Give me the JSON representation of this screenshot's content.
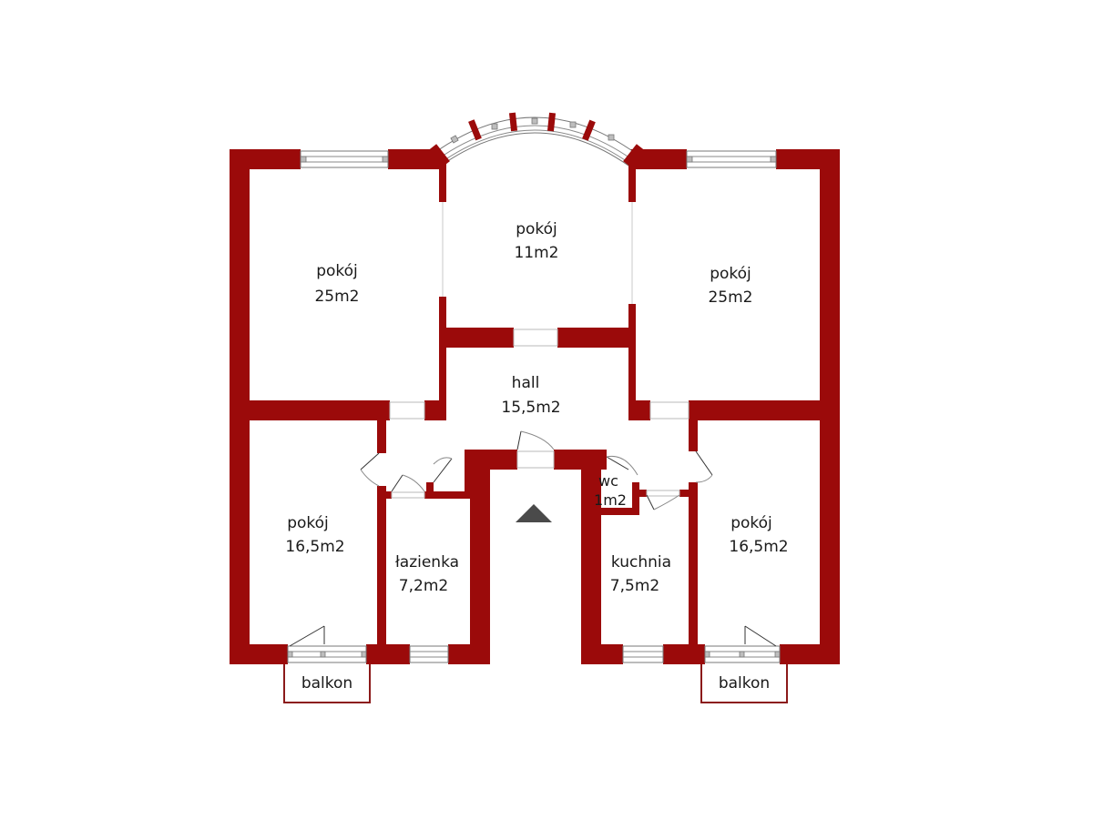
{
  "rooms": {
    "bedroom_top_left": {
      "name": "pokój",
      "area": "25m2"
    },
    "bay_room": {
      "name": "pokój",
      "area": "11m2"
    },
    "bedroom_top_right": {
      "name": "pokój",
      "area": "25m2"
    },
    "hall": {
      "name": "hall",
      "area": "15,5m2"
    },
    "bedroom_bottom_left": {
      "name": "pokój",
      "area": "16,5m2"
    },
    "bathroom": {
      "name": "łazienka",
      "area": "7,2m2"
    },
    "wc": {
      "name": "wc",
      "area": "1m2"
    },
    "kitchen": {
      "name": "kuchnia",
      "area": "7,5m2"
    },
    "bedroom_bottom_right": {
      "name": "pokój",
      "area": "16,5m2"
    }
  },
  "balconies": {
    "left": {
      "name": "balkon"
    },
    "right": {
      "name": "balkon"
    }
  },
  "colors": {
    "wall": "#9b0a0a",
    "entrance_marker": "#4a4a4a"
  },
  "icons": {
    "entrance": "entrance-arrow-icon"
  }
}
